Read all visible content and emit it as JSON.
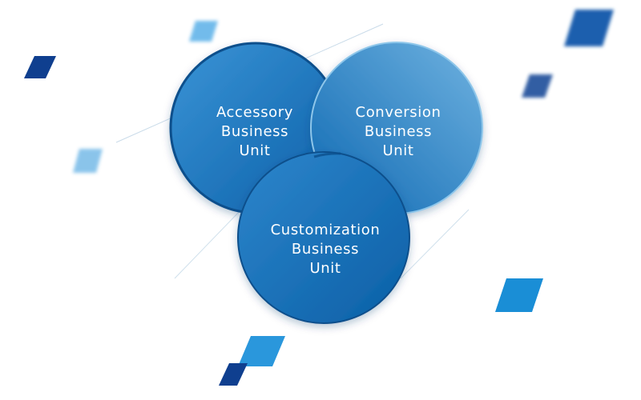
{
  "diagram": {
    "type": "three-circle-venn",
    "colors": {
      "circle_light": "#3c92d2",
      "circle_dark": "#0a62a8",
      "circle_edge": "#0d4f8c",
      "accent_navy": "#0f3f8f",
      "accent_blue": "#1e8fd8",
      "accent_light": "#5ab0e8",
      "line": "#c9dbe9"
    },
    "circles": [
      {
        "id": "accessory",
        "lines": [
          "Accessory",
          "Business",
          "Unit"
        ]
      },
      {
        "id": "conversion",
        "lines": [
          "Conversion",
          "Business",
          "Unit"
        ]
      },
      {
        "id": "customization",
        "lines": [
          "Customization",
          "Business",
          "Unit"
        ]
      }
    ]
  }
}
